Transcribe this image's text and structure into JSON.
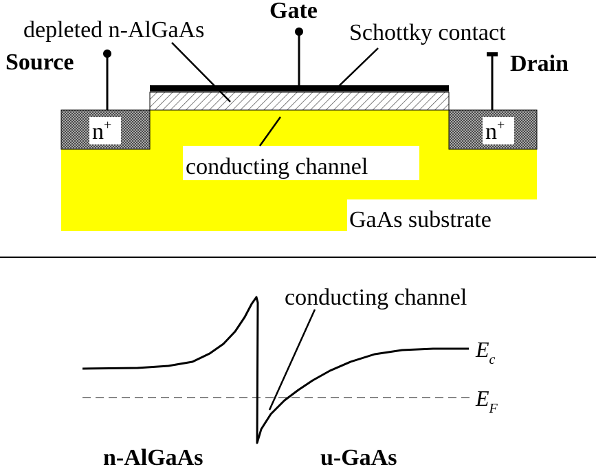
{
  "device": {
    "gate_label": "Gate",
    "source_label": "Source",
    "drain_label": "Drain",
    "depleted_label": "depleted n-AlGaAs",
    "schottky_label": "Schottky contact",
    "channel_label": "conducting channel",
    "substrate_label": "GaAs substrate",
    "n_plus_base": "n",
    "n_plus_sup": "+",
    "colors": {
      "substrate": "#ffff00",
      "contact": "#808080",
      "metal": "#000000"
    }
  },
  "band": {
    "channel_label": "conducting channel",
    "ec_base": "E",
    "ec_sub": "c",
    "ef_base": "E",
    "ef_sub": "F",
    "left_material": "n-AlGaAs",
    "right_material": "u-GaAs"
  }
}
